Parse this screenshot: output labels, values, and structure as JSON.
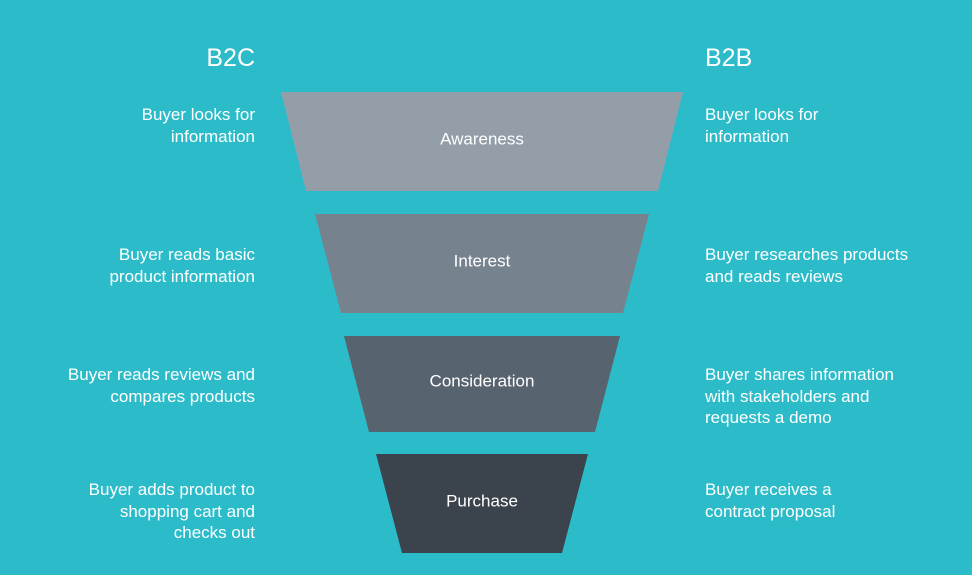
{
  "headings": {
    "left": "B2C",
    "right": "B2B"
  },
  "colors": {
    "background": "#2cbcc9",
    "stage_fills": [
      "#939ea8",
      "#76838f",
      "#57636e",
      "#3b434c"
    ],
    "text": "#ffffff"
  },
  "stages": [
    {
      "label": "Awareness",
      "b2c": [
        "Buyer looks for",
        "information"
      ],
      "b2b": [
        "Buyer looks for",
        "information"
      ]
    },
    {
      "label": "Interest",
      "b2c": [
        "Buyer reads basic",
        "product information"
      ],
      "b2b": [
        "Buyer researches products",
        "and reads reviews"
      ]
    },
    {
      "label": "Consideration",
      "b2c": [
        "Buyer reads reviews and",
        "compares products"
      ],
      "b2b": [
        "Buyer shares information",
        "with stakeholders and",
        "requests a demo"
      ]
    },
    {
      "label": "Purchase",
      "b2c": [
        "Buyer adds product to",
        "shopping cart and",
        "checks out"
      ],
      "b2b": [
        "Buyer receives a",
        "contract proposal"
      ]
    }
  ]
}
